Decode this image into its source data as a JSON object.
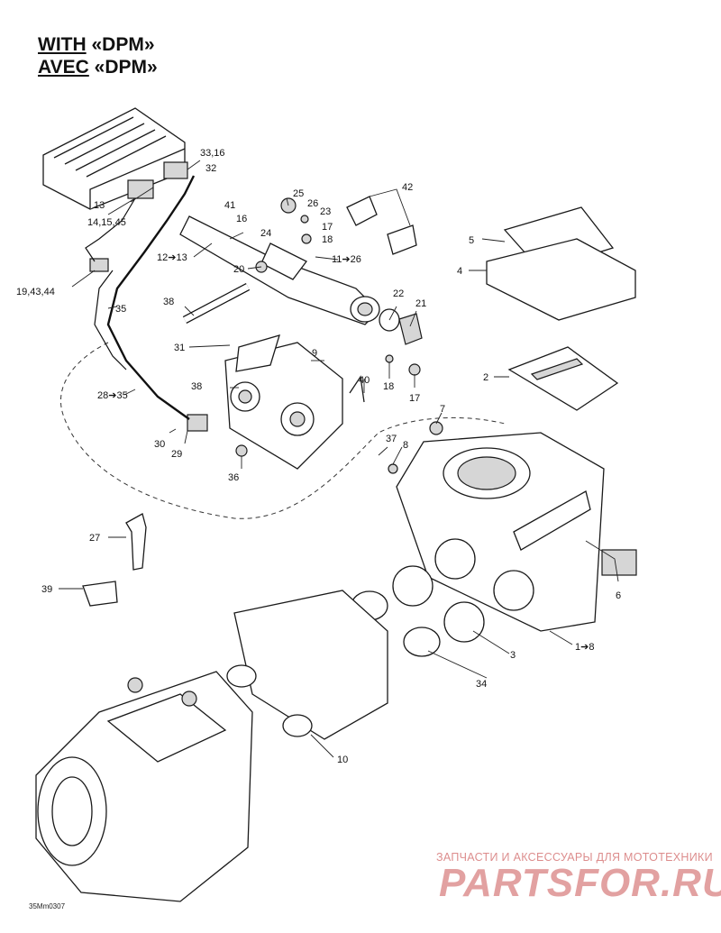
{
  "title": {
    "line1_word": "WITH",
    "line1_rest": "«DPM»",
    "line2_word": "AVEC",
    "line2_rest": "«DPM»"
  },
  "callouts": [
    "33,16",
    "32",
    "13",
    "14,15,45",
    "25",
    "41",
    "26",
    "23",
    "16",
    "17",
    "18",
    "42",
    "24",
    "19,43,44",
    "12➔13",
    "20",
    "11➔26",
    "5",
    "4",
    "38",
    "35",
    "22",
    "21",
    "31",
    "9",
    "18",
    "17",
    "2",
    "38",
    "40",
    "28➔35",
    "7",
    "37",
    "8",
    "30",
    "29",
    "36",
    "27",
    "39",
    "6",
    "3",
    "1➔8",
    "34",
    "10"
  ],
  "drawing_code": "35Mm0307",
  "watermark": {
    "line1": "ЗАПЧАСТИ И АКСЕССУАРЫ ДЛЯ МОТОТЕХНИКИ",
    "line2": "PARTSFOR.RU"
  },
  "colors": {
    "line": "#1a1a1a",
    "watermark": "#c03030"
  }
}
